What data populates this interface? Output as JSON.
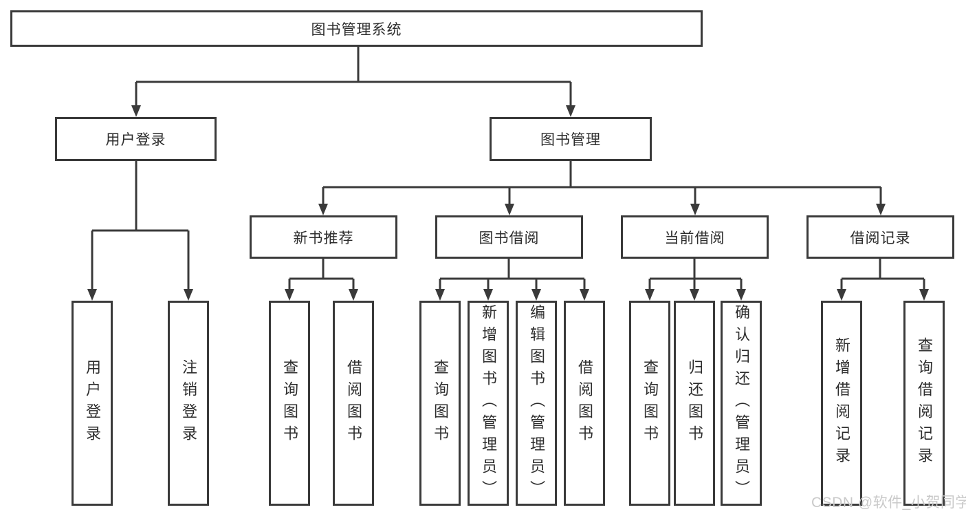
{
  "diagram": {
    "type": "hierarchy-tree",
    "tree": {
      "label": "图书管理系统",
      "children": [
        {
          "label": "用户登录",
          "children": [
            {
              "label": "用户登录"
            },
            {
              "label": "注销登录"
            }
          ]
        },
        {
          "label": "图书管理",
          "children": [
            {
              "label": "新书推荐",
              "children": [
                {
                  "label": "查询图书"
                },
                {
                  "label": "借阅图书"
                }
              ]
            },
            {
              "label": "图书借阅",
              "children": [
                {
                  "label": "查询图书"
                },
                {
                  "label": "新增图书（管理员）"
                },
                {
                  "label": "编辑图书（管理员）"
                },
                {
                  "label": "借阅图书"
                }
              ]
            },
            {
              "label": "当前借阅",
              "children": [
                {
                  "label": "查询图书"
                },
                {
                  "label": "归还图书"
                },
                {
                  "label": "确认归还（管理员）"
                }
              ]
            },
            {
              "label": "借阅记录",
              "children": [
                {
                  "label": "新增借阅记录"
                },
                {
                  "label": "查询借阅记录"
                }
              ]
            }
          ]
        }
      ]
    },
    "colors": {
      "line": "#3a3a3a",
      "text": "#2d2d2d",
      "background": "#ffffff",
      "watermark": "#c9c9c9"
    }
  },
  "watermark": "CSDN @软件_小贺同学"
}
